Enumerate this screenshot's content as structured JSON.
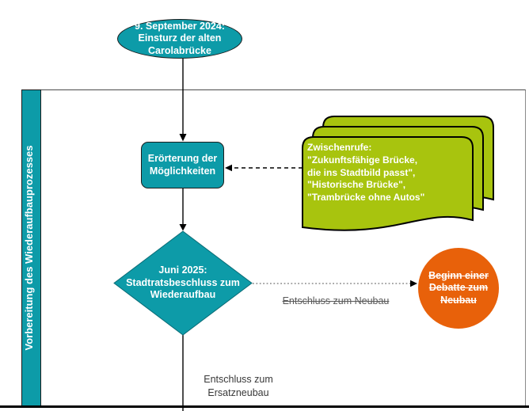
{
  "colors": {
    "teal": "#0d9ba8",
    "green": "#a8c40e",
    "orange": "#e8610a",
    "muted": "#595959",
    "dark": "#383838"
  },
  "lane": {
    "title": "Vorbereitung des Wiederaufbauprozesses"
  },
  "nodes": {
    "start_event": "9. September 2024:\nEinsturz der alten\nCarolabrücke",
    "process": "Erörterung der\nMöglichkeiten",
    "documents": "Zwischenrufe:\n\"Zukunftsfähige Brücke,\ndie ins Stadtbild passt\",\n\"Historische Brücke\",\n\"Trambrücke ohne Autos\"",
    "decision": "Juni 2025:\nStadtratsbeschluss zum\nWiederaufbau",
    "rejected_outcome": "Beginn einer\nDebatte zum\nNeubau"
  },
  "edges": {
    "rejected_label": "Entschluss zum Neubau",
    "accepted_label": "Entschluss zum\nErsatzneubau"
  }
}
